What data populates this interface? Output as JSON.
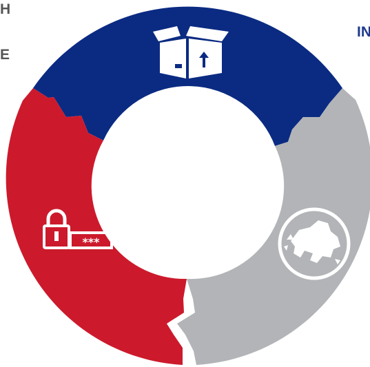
{
  "fragments": {
    "left_top": "H",
    "left_mid": "E",
    "right_top": "IN"
  },
  "segments": [
    {
      "name": "blue-segment",
      "color": "#0b2b82",
      "icon": "open-box-upload-icon"
    },
    {
      "name": "gray-segment",
      "color": "#b2b4b7",
      "icon": "europe-globe-icon"
    },
    {
      "name": "red-segment",
      "color": "#cc1a2c",
      "icon": "padlock-password-icon",
      "icon_text": "***"
    }
  ]
}
